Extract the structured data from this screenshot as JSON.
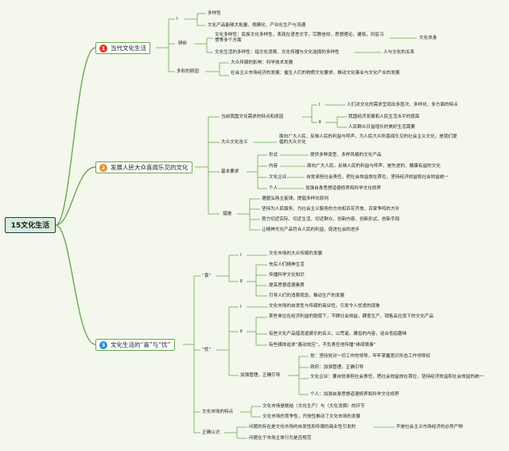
{
  "root": "15文化生活",
  "branches": [
    {
      "num": "1",
      "label": "当代文化生活",
      "color": "#e8332a",
      "items": [
        "Ⅰ",
        "多样性",
        "文化产品能够大批量、规模化、产业化生产与流通",
        "辨析",
        "文化多样性：民族文化多样性，表现在语言文字，宗教信仰，思想理论，建筑，风俗习惯等多个方面",
        "文化本身",
        "文化生活的多样性：指文化消费、文化传播与文化选择的多样性",
        "人与文化的关系",
        "多彩的原因",
        "大众传媒的影响：科学技术发展",
        "社会主义市场经济的发展：催生人们的物质文化要求，推动文化事业与文化产业的发展"
      ]
    },
    {
      "num": "2",
      "label": "发展人民大众喜闻乐见的文化",
      "color": "#f08c1e",
      "items": [
        "当前我国文化需求的特点和原因",
        "Ⅰ",
        "人们对文化的需求呈现出多层次、多样化、多方面的特点",
        "Ⅱ",
        "我国经济发展和人民生活水平的提高",
        "人民群众日益增长的美好生活需要",
        "大众文化含义",
        "面向广大人民，反映人民的利益与呼声，为人民大众所喜闻乐见的社会主义文化，是我们提倡的大众文化",
        "基本要求",
        "形式",
        "提供多种类型、多样风格的文化产品",
        "内容",
        "面向广大人民，反映人民的利益与呼声，是先进的、健康有益的文化",
        "文化企业",
        "自觉承担社会责任，把社会效益放在首位，坚持经济效益和社会效益统一",
        "个人",
        "加强自身思想道德修养和科学文化修养",
        "措施",
        "遵循弘扬主旋律，提倡多样化原则",
        "坚持为人民服务、为社会主义服务的方向和百花齐放、百家争鸣的方针",
        "努力切近实际、切近生活、切近群众，创新内容、创新形式、创新手段",
        "让精神文化产品符合人民的利益，促进社会的进步"
      ]
    },
    {
      "num": "3",
      "label": "文化生活的“喜”与“忧”",
      "color": "#2a8fd4",
      "items": [
        "“喜”",
        "Ⅰ",
        "文化市场的大众传媒的发展",
        "Ⅱ",
        "充实人们精神生活",
        "传播科学文化知识",
        "提高思想道德素质",
        "引导人们的消费观念，推动生产的发展",
        "“忧”",
        "Ⅰ",
        "文化市场的自发性与传媒的商业性，引发令人忧虑的现象",
        "Ⅱ",
        "某些单位在经济利益的驱使下，不顾社会效益，肆意生产、销售品位低下的文化产品",
        "有些文化产品借消遣娱乐的名义，以荒诞、庸俗的内容，迎合低俗趣味",
        "有些媒体追求“轰动效应”，不负责任地传播“绯闻轶事”",
        "加强管理，正确引导",
        "党：坚持党对一切工作的领导，牢牢掌握意识形态工作领导权",
        "政府：加强管理，正确引导",
        "文化企业：要自觉承担社会责任，把社会效益放在首位，坚持经济效益和社会效益的统一",
        "个人：加强自身思想道德修养和科学文化修养",
        "文化市场的特点",
        "文化市场是联结（文化生产）与（文化消费）的环节",
        "文化市场的竞争性，开放性推动了文化市场的发展",
        "正确认识",
        "问题的存在是文化市场的自发性和传媒的商业性引发的",
        "不是社会主义市场经济的必然产物",
        "问题在于市场主体行为是否规范"
      ]
    }
  ]
}
